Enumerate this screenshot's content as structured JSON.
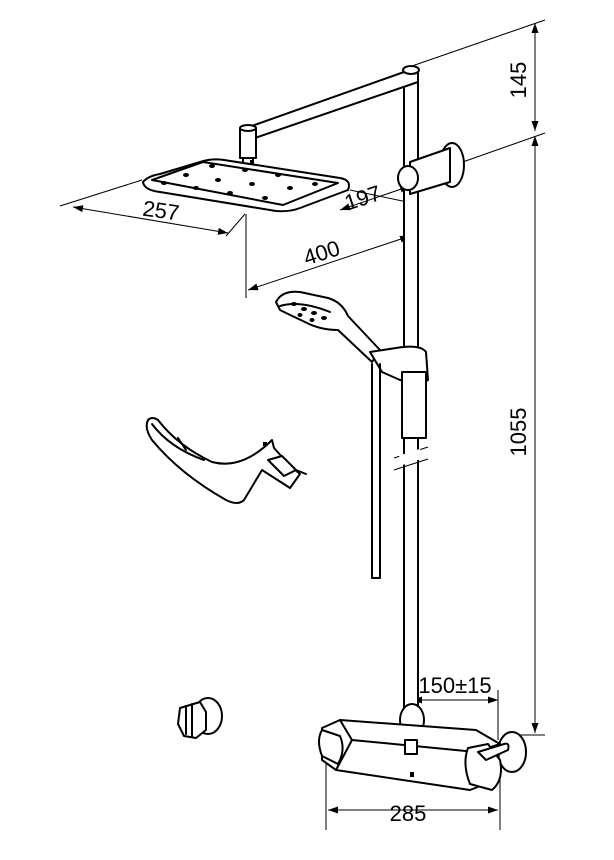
{
  "dimensions": {
    "top_height": "145",
    "bar_height": "1055",
    "head_width": "257",
    "head_depth": "197",
    "arm_length": "400",
    "inlet_spacing": "150±15",
    "mixer_width": "285"
  },
  "colors": {
    "line": "#000000",
    "background": "#ffffff"
  }
}
